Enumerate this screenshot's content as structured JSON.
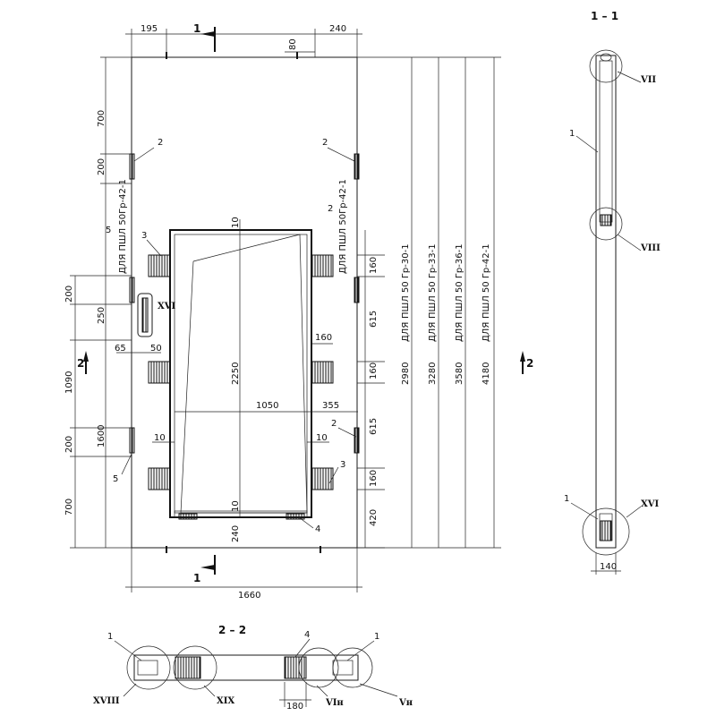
{
  "sections": {
    "main_label_top": "1",
    "main_label_bottom": "1",
    "section_2_left": "2",
    "section_2_right": "2",
    "section_11_title": "1 – 1",
    "section_22_title": "2 – 2"
  },
  "dims": {
    "d195": "195",
    "d240_top": "240",
    "d80": "80",
    "d700_top": "700",
    "d200_a": "200",
    "d200_b": "200",
    "d250": "250",
    "d1090": "1090",
    "d1600": "1600",
    "d200_c": "200",
    "d700_bot": "700",
    "d65": "65",
    "d50": "50",
    "d10_top": "10",
    "d2250": "2250",
    "d1050": "1050",
    "d355": "355",
    "d160_mid": "160",
    "d10_left": "10",
    "d10_right": "10",
    "d10_bot": "10",
    "d240_bot": "240",
    "d1660": "1660",
    "v160_a": "160",
    "v615_a": "615",
    "v160_b": "160",
    "v615_b": "615",
    "v160_c": "160",
    "v420": "420",
    "d140": "140",
    "d180": "180"
  },
  "heights": [
    "2980",
    "3280",
    "3580",
    "4180"
  ],
  "for_word": "ДЛЯ",
  "panels": [
    "ПШЛ 50 Гр-30-1",
    "ПШЛ 50 Гр-33-1",
    "ПШЛ 50 Гр-36-1",
    "ПШЛ 50 Гр-42-1"
  ],
  "notes": {
    "left_note": "ДЛЯ ПШЛ 50Гр-42-1",
    "right_note": "ДЛЯ ПШЛ 50Гр-42-1"
  },
  "positions": {
    "p1_a": "1",
    "p1_b": "1",
    "p1_c": "1",
    "p1_d": "1",
    "p2_a": "2",
    "p2_b": "2",
    "p2_c": "2",
    "p2_d": "2",
    "p3_a": "3",
    "p3_b": "3",
    "p4_a": "4",
    "p4_b": "4",
    "p5_a": "5",
    "p5_b": "5"
  },
  "callouts": {
    "vii": "VII",
    "viii": "VIII",
    "xvi_a": "XVI",
    "xvi_b": "XVI",
    "xviii": "XVIII",
    "xix": "XIX",
    "vi_n": "VIн",
    "v_n": "Vн"
  }
}
